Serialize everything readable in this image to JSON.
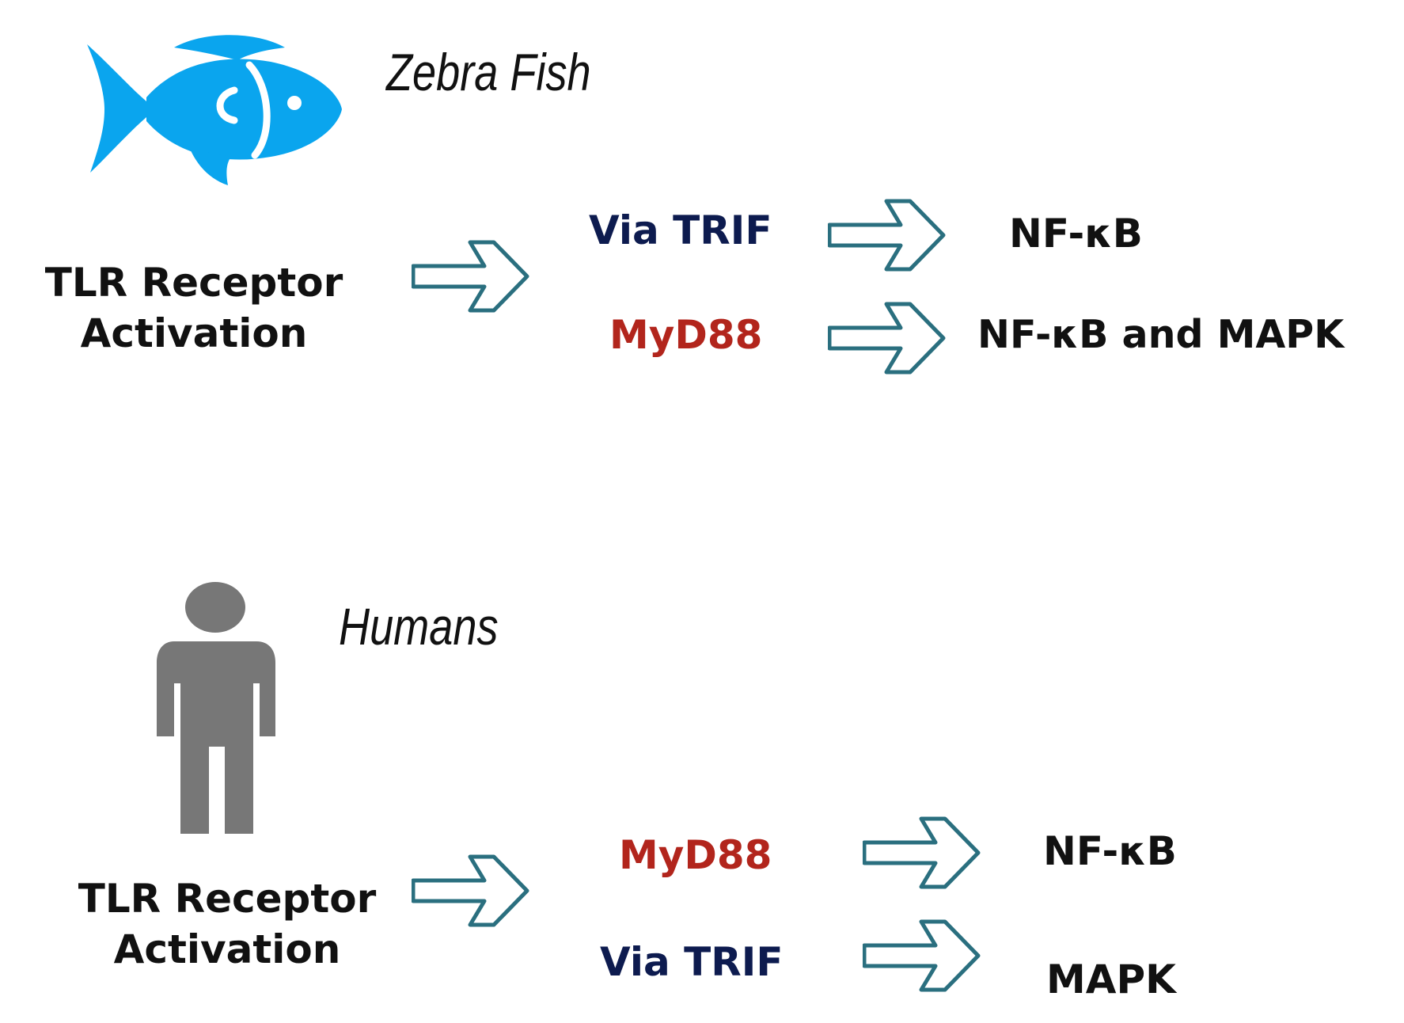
{
  "colors": {
    "arrow": "#2a6f7f",
    "trif": "#0d1b4f",
    "myd88": "#b2251c",
    "fish": "#0aa5ee",
    "human": "#777777",
    "text": "#111111"
  },
  "zebrafish": {
    "icon": "fish-icon",
    "species": "Zebra Fish",
    "receptor_line1": "TLR Receptor",
    "receptor_line2": "Activation",
    "pathways": [
      {
        "adaptor": "Via TRIF",
        "output": "NF-κB"
      },
      {
        "adaptor": "MyD88",
        "output": "NF-κB and MAPK"
      }
    ]
  },
  "humans": {
    "icon": "person-icon",
    "species": "Humans",
    "receptor_line1": "TLR Receptor",
    "receptor_line2": "Activation",
    "pathways": [
      {
        "adaptor": "MyD88",
        "output": "NF-κB"
      },
      {
        "adaptor": "Via TRIF",
        "output": "MAPK"
      }
    ]
  }
}
